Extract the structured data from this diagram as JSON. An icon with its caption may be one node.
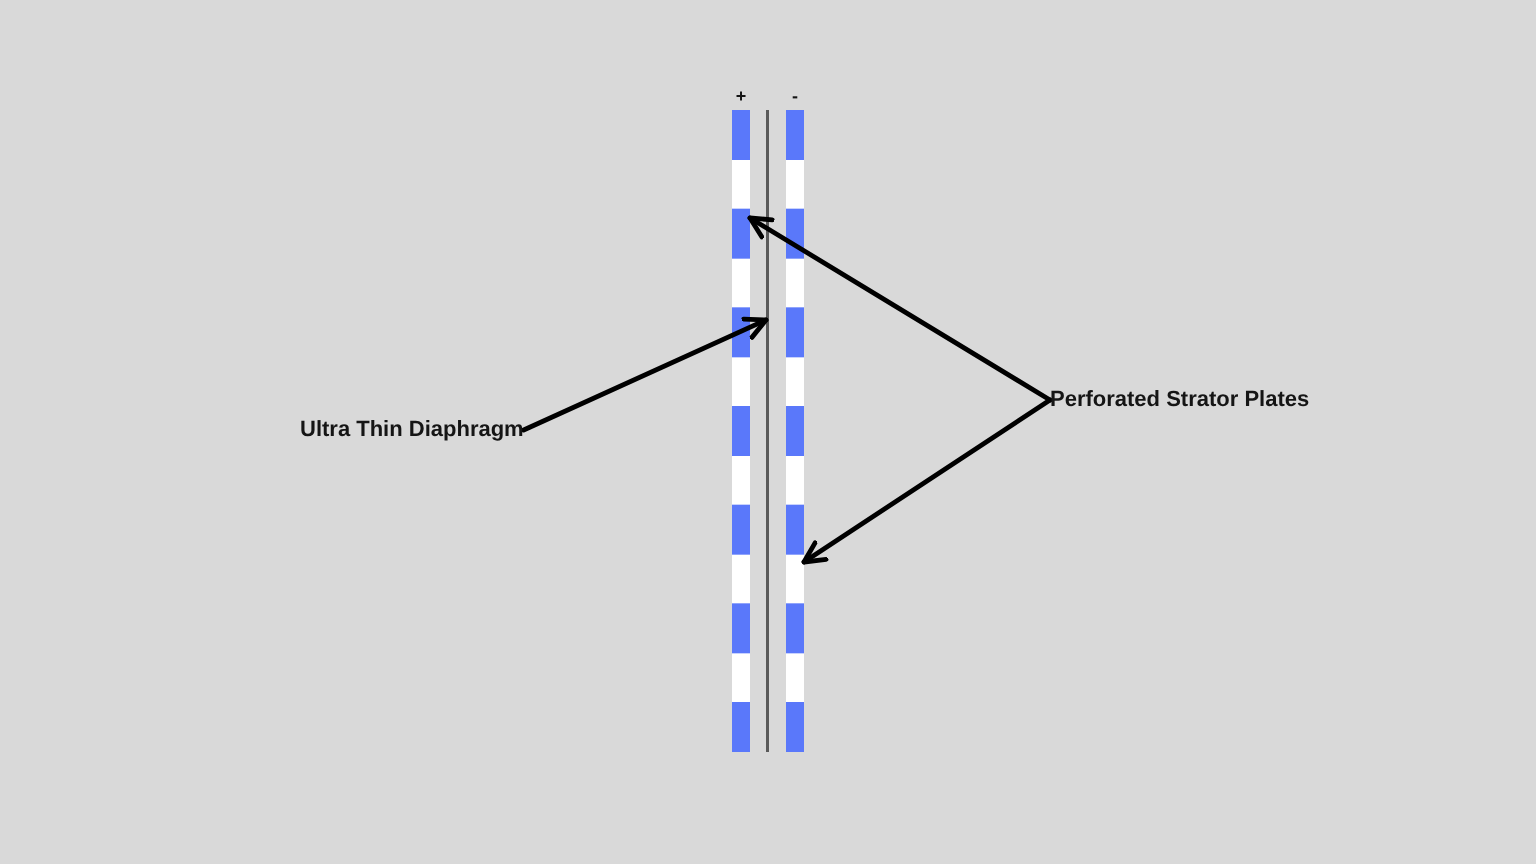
{
  "diagram": {
    "nodes": [
      {
        "text": [
          "Ultra Thin Diaphragm"
        ]
      },
      {
        "text": [],
        "shape": "bar",
        "beside": [
          "+"
        ]
      },
      {
        "text": [],
        "shape": "line"
      },
      {
        "text": [],
        "shape": "bar",
        "beside": [
          "-"
        ]
      },
      {
        "text": [
          "Perforated Strator Plates"
        ]
      }
    ],
    "edges": [
      {
        "from": 0,
        "to": 2,
        "arrow": "to"
      },
      {
        "from": 4,
        "to": 1,
        "arrow": "to"
      },
      {
        "from": 4,
        "to": 3,
        "arrow": "to"
      }
    ]
  }
}
